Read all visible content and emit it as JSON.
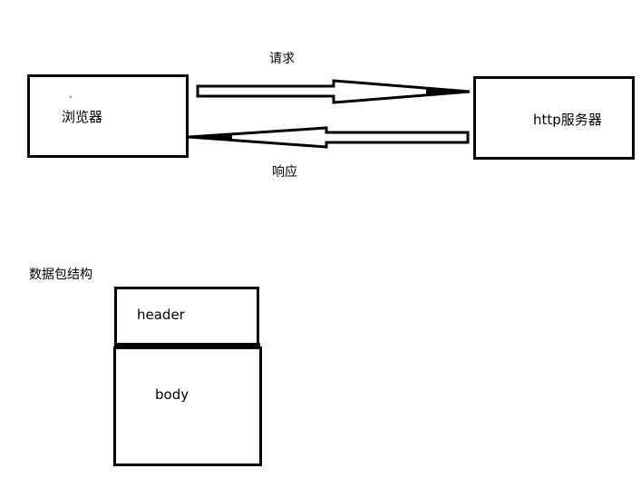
{
  "browser": {
    "label": "浏览器"
  },
  "server": {
    "label": "http服务器"
  },
  "arrows": {
    "request_label": "请求",
    "response_label": "响应"
  },
  "packet": {
    "title": "数据包结构",
    "header_label": "header",
    "body_label": "body"
  }
}
